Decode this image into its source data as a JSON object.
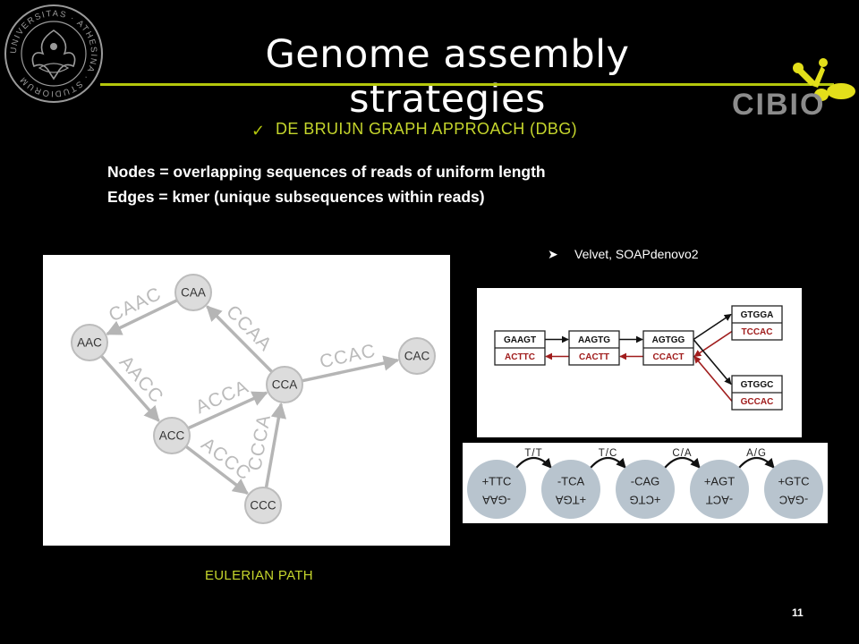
{
  "slide": {
    "title": "Genome assembly strategies",
    "subheading": "DE BRUIJN GRAPH APPROACH (DBG)",
    "definitions": {
      "nodes": "Nodes = overlapping sequences of reads of uniform length",
      "edges": "Edges =  kmer (unique subsequences within reads)"
    },
    "tools_bullet": "Velvet, SOAPdenovo2",
    "caption": "EULERIAN  PATH",
    "page_number": "11",
    "logo_text": "CIBIO",
    "seal_text": "UNIVERSITAS · ATHESINA · STUDIORUM"
  },
  "colors": {
    "accent": "#b4c70c",
    "logo_yellow": "#e3df1a",
    "logo_gray": "#8c8c8c",
    "node_fill": "#dcdcdc",
    "edge_gray": "#b5b5b5",
    "dbg_red": "#a01c1c"
  },
  "eulerian_graph": {
    "nodes": [
      "CAA",
      "AAC",
      "CCA",
      "CAC",
      "ACC",
      "CCC"
    ],
    "edges": [
      {
        "from": "CAA",
        "to": "AAC",
        "label": "CAAC"
      },
      {
        "from": "CCA",
        "to": "CAA",
        "label": "CCAA"
      },
      {
        "from": "CCA",
        "to": "CAC",
        "label": "CCAC"
      },
      {
        "from": "AAC",
        "to": "ACC",
        "label": "AACC"
      },
      {
        "from": "ACC",
        "to": "CCA",
        "label": "ACCA"
      },
      {
        "from": "ACC",
        "to": "CCC",
        "label": "ACCC"
      },
      {
        "from": "CCC",
        "to": "CCA",
        "label": "CCCA"
      }
    ]
  },
  "dbg_graph": {
    "nodes": [
      {
        "top": "GAAGT",
        "bottom": "ACTTC"
      },
      {
        "top": "AAGTG",
        "bottom": "CACTT"
      },
      {
        "top": "AGTGG",
        "bottom": "CCACT"
      },
      {
        "top": "GTGGA",
        "bottom": "TCCAC"
      },
      {
        "top": "GTGGC",
        "bottom": "GCCAC"
      }
    ]
  },
  "strand_graph": {
    "nodes": [
      {
        "top": "+TTC",
        "bottom": "-GAA"
      },
      {
        "top": "-TCA",
        "bottom": "+TGA"
      },
      {
        "top": "-CAG",
        "bottom": "+CTG"
      },
      {
        "top": "+AGT",
        "bottom": "-ACT"
      },
      {
        "top": "+GTC",
        "bottom": "-GAC"
      }
    ],
    "edge_labels": [
      "T/T",
      "T/C",
      "C/A",
      "A/G"
    ]
  }
}
